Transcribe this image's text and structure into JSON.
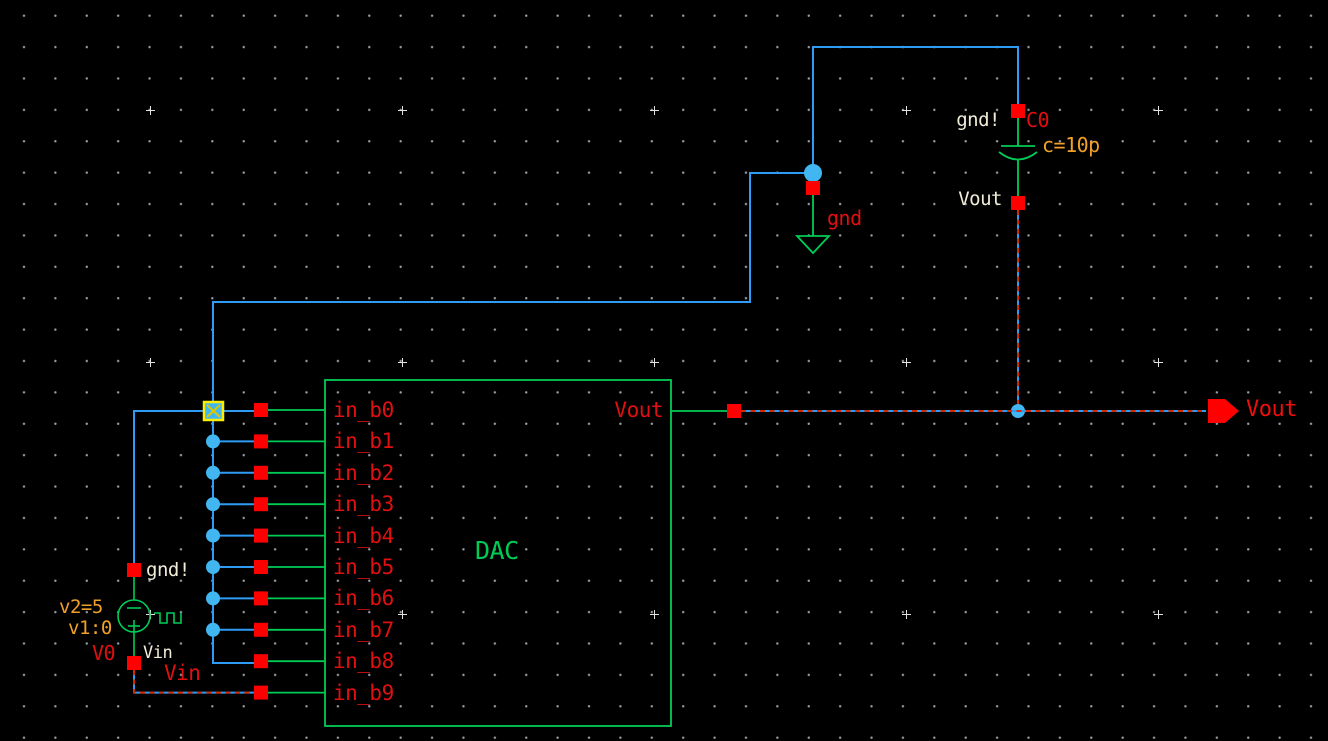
{
  "colors": {
    "background": "#000000",
    "grid_dot": "#97a1ac",
    "wire_blue": "#2e9cf5",
    "junction_blue": "#41b6f0",
    "pin_red": "#ff0000",
    "component_green": "#00cc55",
    "label_red": "#e01010",
    "label_orange": "#f0a028",
    "label_cream": "#f0ecd8",
    "selected_dash_red": "#d42a00",
    "marker_yellow": "#ffee00"
  },
  "schematic": {
    "dac": {
      "label": "DAC",
      "input_pins": [
        "in_b0",
        "in_b1",
        "in_b2",
        "in_b3",
        "in_b4",
        "in_b5",
        "in_b6",
        "in_b7",
        "in_b8",
        "in_b9"
      ],
      "output_pin_label": "Vout"
    },
    "capacitor": {
      "instance_name": "C0",
      "value": "c=10p",
      "net_top": "gnd!",
      "net_bottom": "Vout"
    },
    "ground": {
      "net_label": "gnd"
    },
    "vsource": {
      "instance_name": "V0",
      "param_v2": "v2=5",
      "param_v1": "v1:0",
      "net_top": "gnd!",
      "pin_bottom": "Vin",
      "net_label": "Vin"
    },
    "output_port": {
      "label": "Vout"
    }
  }
}
